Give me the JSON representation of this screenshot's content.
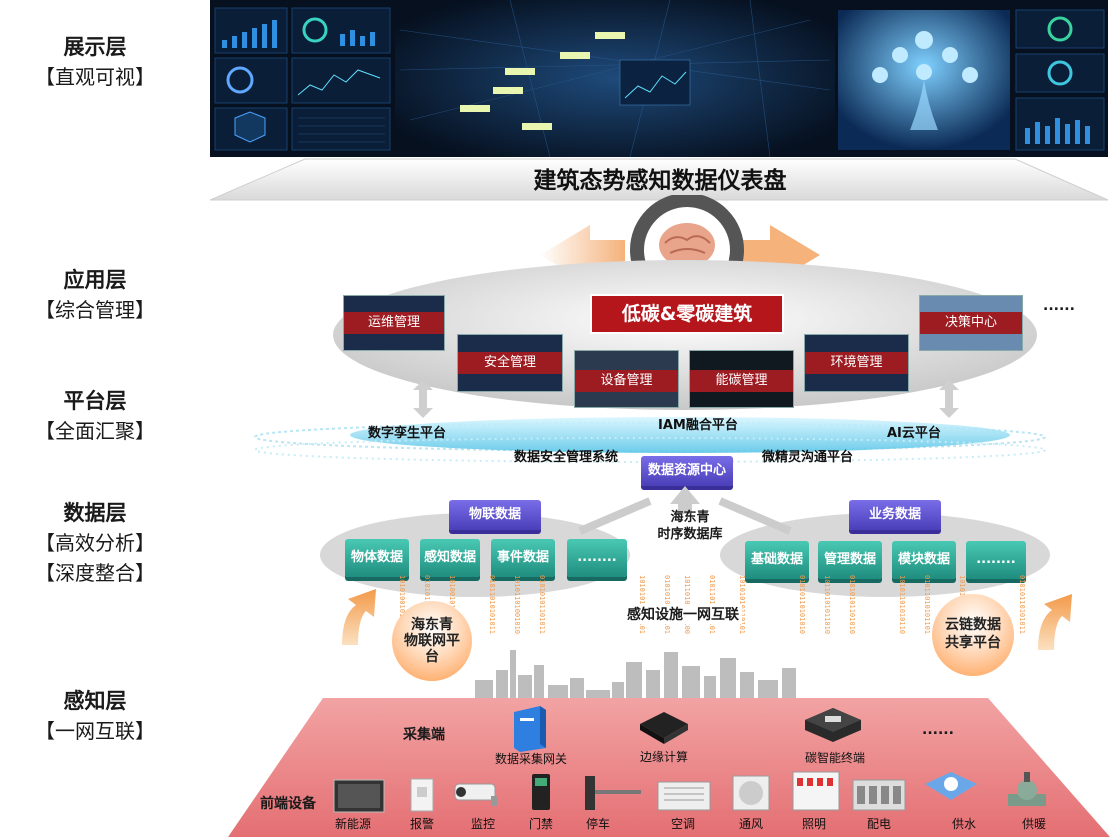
{
  "layers": [
    {
      "name": "展示层",
      "desc": "【直观可视】"
    },
    {
      "name": "应用层",
      "desc": "【综合管理】"
    },
    {
      "name": "平台层",
      "desc": "【全面汇聚】"
    },
    {
      "name": "数据层",
      "desc": "【高效分析】",
      "desc2": "【深度整合】"
    },
    {
      "name": "感知层",
      "desc": "【一网互联】"
    }
  ],
  "dashboard_title": "建筑态势感知数据仪表盘",
  "application": {
    "center_label": "低碳&零碳建筑",
    "modules": [
      "运维管理",
      "安全管理",
      "设备管理",
      "能碳管理",
      "环境管理",
      "决策中心"
    ],
    "more": "......"
  },
  "platform": {
    "items": [
      "数字孪生平台",
      "IAM融合平台",
      "AI云平台",
      "数据安全管理系统",
      "微精灵沟通平台"
    ],
    "resource_center": "数据资源中心"
  },
  "data": {
    "iot_group": "物联数据",
    "iot_items": [
      "物体数据",
      "感知数据",
      "事件数据",
      "........"
    ],
    "center_db": [
      "海东青",
      "时序数据库"
    ],
    "biz_group": "业务数据",
    "biz_items": [
      "基础数据",
      "管理数据",
      "模块数据",
      "........"
    ],
    "interconnect": "感知设施一网互联",
    "left_platform": [
      "海东青",
      "物联网平",
      "台"
    ],
    "right_platform": [
      "云链数据",
      "共享平台"
    ]
  },
  "perception": {
    "collect_label": "采集端",
    "collect_items": [
      "数据采集网关",
      "边缘计算",
      "碳智能终端"
    ],
    "collect_more": "......",
    "front_label": "前端设备",
    "front_items": [
      "新能源",
      "报警",
      "监控",
      "门禁",
      "停车",
      "空调",
      "通风",
      "照明",
      "配电",
      "供水",
      "供暖"
    ]
  },
  "colors": {
    "accent_red": "#9c1c22",
    "teal": "#2ea896",
    "purple": "#5a4fd0",
    "pink": "#f0a0a0"
  }
}
